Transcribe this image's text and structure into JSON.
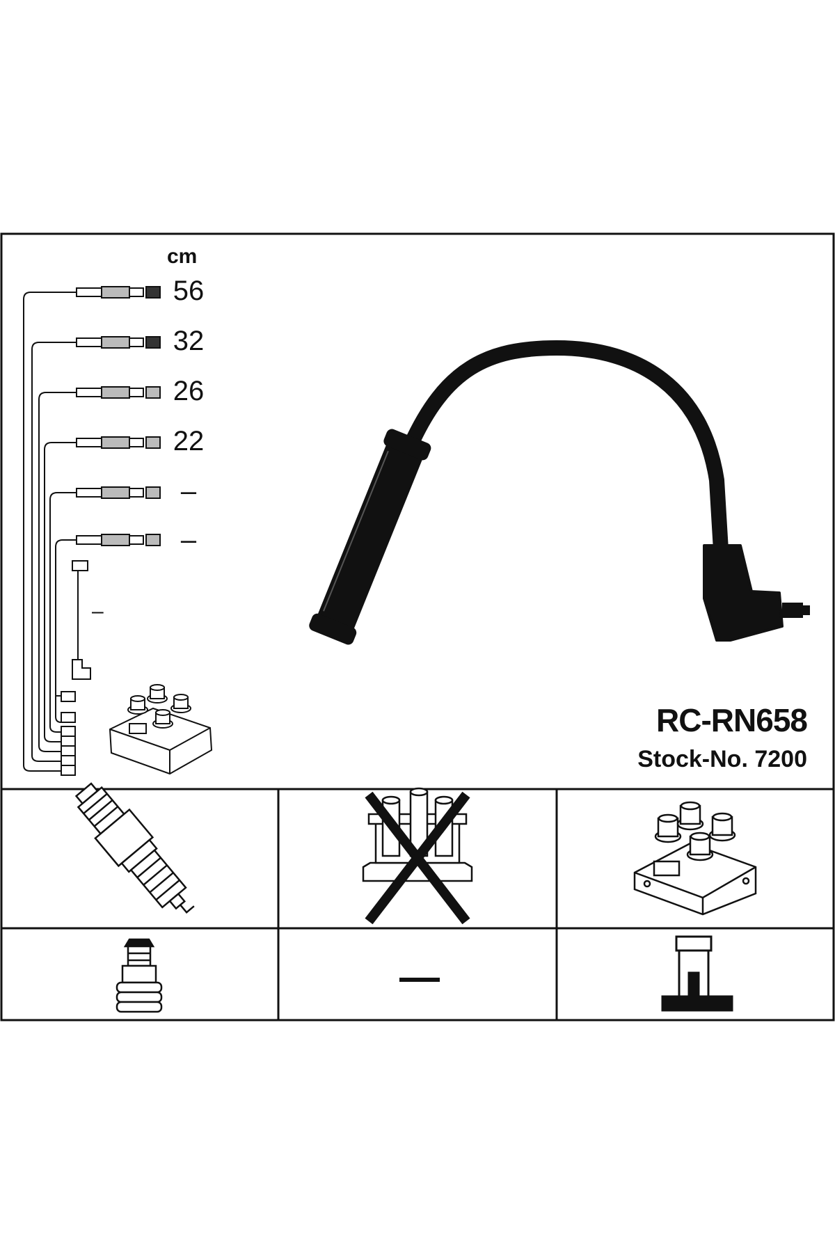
{
  "lengths": {
    "unit": "cm",
    "rows": [
      "56",
      "32",
      "26",
      "22",
      "–",
      "–"
    ],
    "coil_wire": "–"
  },
  "product": {
    "part_number": "RC-RN658",
    "stock_label": "Stock-No.",
    "stock_number": "7200"
  },
  "compatibility": {
    "spark_plug": "spark-plug-icon",
    "distributor_cap": "distributor-cap-crossed-icon",
    "ignition_coil": "ignition-coil-icon",
    "plug_terminal": "plug-terminal-icon",
    "cap_connector": "–",
    "coil_connector": "coil-connector-icon"
  }
}
